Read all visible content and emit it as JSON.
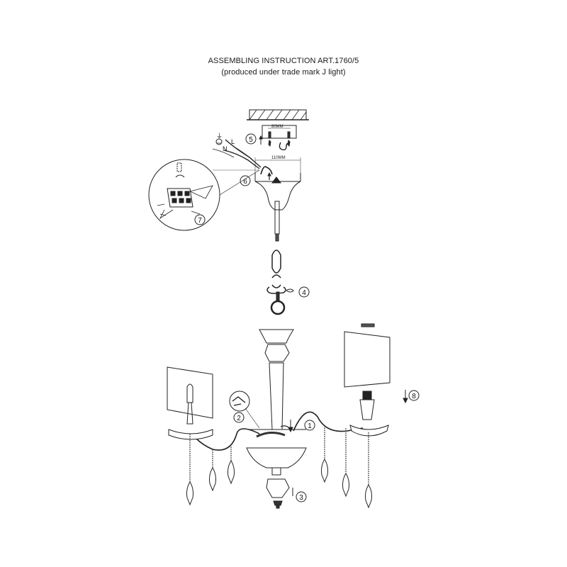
{
  "header": {
    "title": "ASSEMBLING INSTRUCTION  ART.1760/5",
    "subtitle": "(produced under trade mark J light)"
  },
  "dimensions": {
    "bracket_spacing": "80MM",
    "canopy_width": "110MM"
  },
  "wire_labels": {
    "ground": "⏚",
    "live": "L",
    "neutral": "N"
  },
  "steps": [
    "1",
    "2",
    "3",
    "4",
    "5",
    "6",
    "7",
    "8"
  ]
}
